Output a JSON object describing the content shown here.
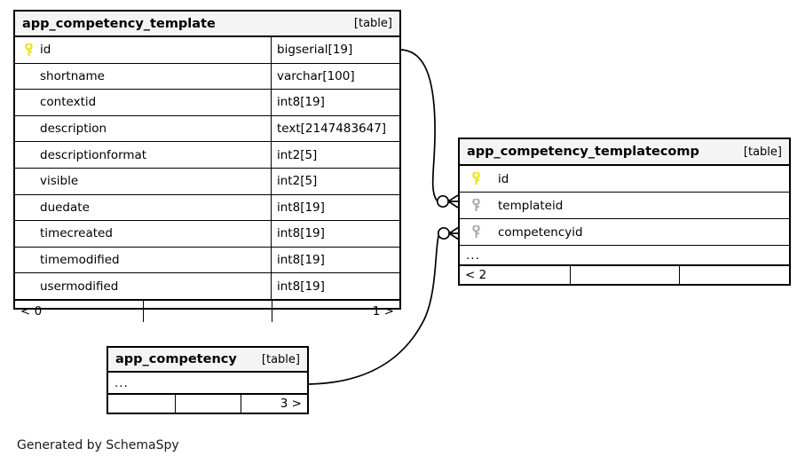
{
  "diagram": {
    "caption": "Generated by SchemaSpy",
    "table_tag": "[table]",
    "ellipsis": "...",
    "colors": {
      "primary_key": "#e6e600",
      "foreign_key": "#a9a9a9",
      "border": "#000000",
      "header_fill": "#f4f4f4",
      "background": "#ffffff"
    }
  },
  "tables": [
    {
      "id": "app_competency_template",
      "name": "app_competency_template",
      "tag": "[table]",
      "columns": [
        {
          "name": "id",
          "type": "bigserial[19]",
          "key": "primary"
        },
        {
          "name": "shortname",
          "type": "varchar[100]",
          "key": "none"
        },
        {
          "name": "contextid",
          "type": "int8[19]",
          "key": "none"
        },
        {
          "name": "description",
          "type": "text[2147483647]",
          "key": "none"
        },
        {
          "name": "descriptionformat",
          "type": "int2[5]",
          "key": "none"
        },
        {
          "name": "visible",
          "type": "int2[5]",
          "key": "none"
        },
        {
          "name": "duedate",
          "type": "int8[19]",
          "key": "none"
        },
        {
          "name": "timecreated",
          "type": "int8[19]",
          "key": "none"
        },
        {
          "name": "timemodified",
          "type": "int8[19]",
          "key": "none"
        },
        {
          "name": "usermodified",
          "type": "int8[19]",
          "key": "none"
        }
      ],
      "has_ellipsis_row": false,
      "footer": [
        "< 0",
        "",
        "1 >"
      ]
    },
    {
      "id": "app_competency_templatecomp",
      "name": "app_competency_templatecomp",
      "tag": "[table]",
      "columns": [
        {
          "name": "id",
          "type": "",
          "key": "primary"
        },
        {
          "name": "templateid",
          "type": "",
          "key": "foreign"
        },
        {
          "name": "competencyid",
          "type": "",
          "key": "foreign"
        }
      ],
      "has_ellipsis_row": true,
      "footer": [
        "< 2",
        "",
        ""
      ]
    },
    {
      "id": "app_competency",
      "name": "app_competency",
      "tag": "[table]",
      "columns": [],
      "has_ellipsis_row": true,
      "footer": [
        "",
        "",
        "3 >"
      ]
    }
  ],
  "relationships": [
    {
      "from": "app_competency_template.id",
      "to": "app_competency_templatecomp.templateid"
    },
    {
      "from": "app_competency.",
      "to": "app_competency_templatecomp.competencyid"
    }
  ]
}
